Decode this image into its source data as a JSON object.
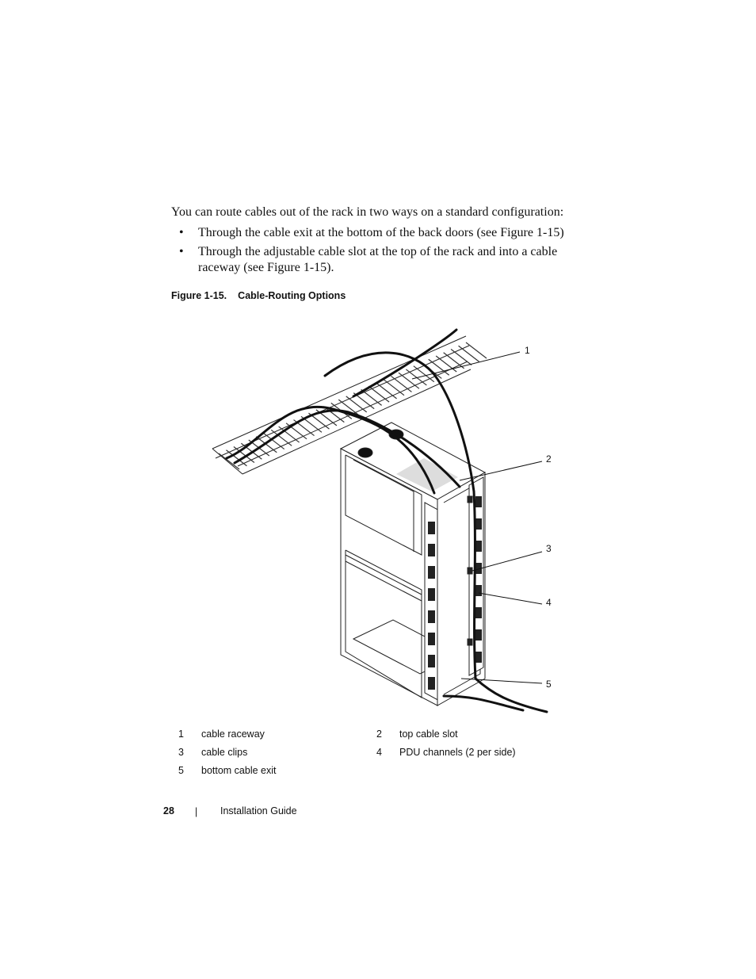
{
  "intro": "You can route cables out of the rack in two ways on a standard configuration:",
  "bullets": [
    "Through the cable exit at the bottom of the back doors (see Figure 1-15)",
    "Through the adjustable cable slot at the top of the rack and into a cable raceway (see Figure 1-15)."
  ],
  "bullet_symbol": "•",
  "figure": {
    "label": "Figure 1-15.",
    "title": "Cable-Routing Options",
    "callouts": [
      "1",
      "2",
      "3",
      "4",
      "5"
    ]
  },
  "legend": [
    {
      "num": "1",
      "label": "cable raceway"
    },
    {
      "num": "2",
      "label": "top cable slot"
    },
    {
      "num": "3",
      "label": "cable clips"
    },
    {
      "num": "4",
      "label": "PDU channels (2 per side)"
    },
    {
      "num": "5",
      "label": "bottom cable exit"
    }
  ],
  "footer": {
    "page_number": "28",
    "separator": "|",
    "guide_title": "Installation Guide"
  }
}
